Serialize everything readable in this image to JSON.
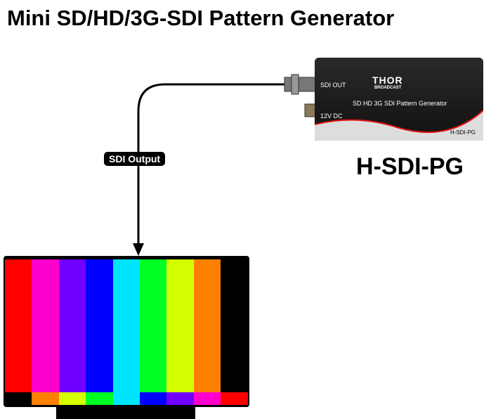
{
  "title": "Mini SD/HD/3G-SDI Pattern Generator",
  "model": "H-SDI-PG",
  "cable_label": "SDI Output",
  "device": {
    "brand": "THOR BROADCAST",
    "port_out": "SDI OUT",
    "port_power": "12V DC",
    "name": "SD HD 3G SDI Pattern Generator",
    "model_label": "H-SDI-PG"
  },
  "pattern": {
    "top": [
      "#ff0000",
      "#ff00cc",
      "#7000ff",
      "#0000ff",
      "#00e5ff",
      "#00ff22",
      "#d4ff00",
      "#ff7f00",
      "#000000"
    ],
    "bottom": [
      "#000000",
      "#ff7f00",
      "#d4ff00",
      "#00ff22",
      "#00e5ff",
      "#0000ff",
      "#7000ff",
      "#ff00cc",
      "#ff0000"
    ]
  }
}
